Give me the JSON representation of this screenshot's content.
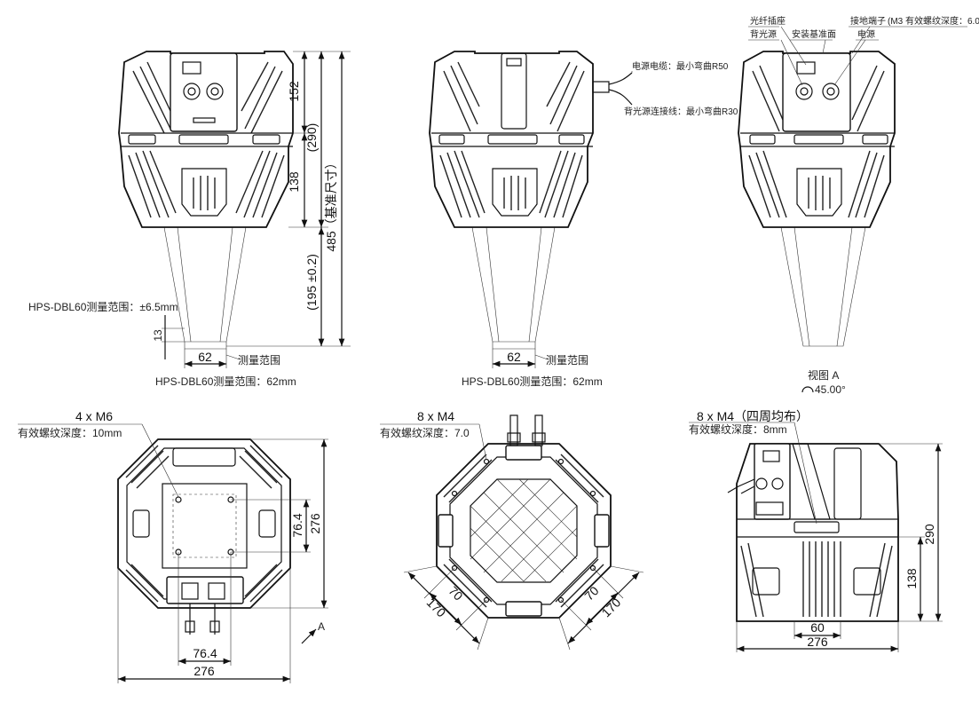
{
  "front_view": {
    "dim_top": "152",
    "dim_mid": "138",
    "dim_total_paren": "(290)",
    "dim_base_ref": "485（基准尺寸）",
    "dim_range_depth": "(195 ±0.2)",
    "dim_13": "13",
    "range_note": "HPS-DBL60测量范围：±6.5mm",
    "dim_62": "62",
    "range_label": "测量范围",
    "caption": "HPS-DBL60测量范围：62mm"
  },
  "side_view": {
    "power_cable": "电源电缆：最小弯曲R50",
    "backlight_cable": "背光源连接线：最小弯曲R30",
    "dim_62": "62",
    "range_label": "测量范围",
    "caption": "HPS-DBL60测量范围：62mm"
  },
  "rear_view": {
    "fiber_socket": "光纤插座",
    "backlight": "背光源",
    "mount_ref": "安装基准面",
    "ground": "接地端子",
    "ground_note": "(M3 有效螺纹深度：6.0)",
    "power": "电源",
    "view_a": "视图 A",
    "view_a_angle": "45.00°"
  },
  "bottom_left": {
    "thread_title": "4 x M6",
    "thread_depth": "有效螺纹深度：10mm",
    "dim_76_4_v": "76.4",
    "dim_276_v": "276",
    "dim_76_4_h": "76.4",
    "dim_276_h": "276",
    "arrow_label": "A"
  },
  "bottom_mid": {
    "thread_title": "8 x M4",
    "thread_depth": "有效螺纹深度：7.0",
    "dim_70_l": "70",
    "dim_170_l": "170",
    "dim_70_r": "70",
    "dim_170_r": "170"
  },
  "bottom_right": {
    "thread_title": "8 x M4（四周均布）",
    "thread_depth": "有效螺纹深度：8mm",
    "dim_290": "290",
    "dim_138": "138",
    "dim_60": "60",
    "dim_276": "276"
  }
}
